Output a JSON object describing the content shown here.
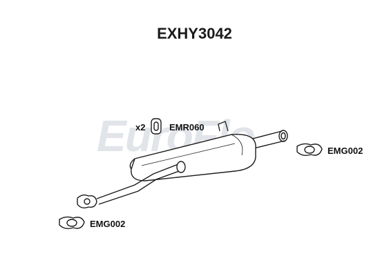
{
  "part_number": "EXHY3042",
  "watermark_text": "EuroFlo",
  "components": {
    "rubber_mount": {
      "quantity": "x2",
      "code": "EMR060",
      "icon": "rubber-hanger-icon"
    },
    "gasket_rear": {
      "code": "EMG002",
      "icon": "gasket-icon"
    },
    "gasket_front": {
      "code": "EMG002",
      "icon": "gasket-icon"
    }
  },
  "colors": {
    "line": "#1a1a1a",
    "watermark": "#c9ced6",
    "watermark_accent": "#d9534f"
  }
}
